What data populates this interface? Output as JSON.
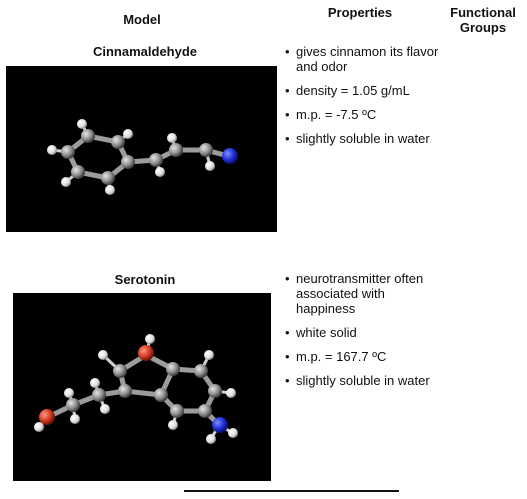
{
  "headers": {
    "model": "Model",
    "properties": "Properties",
    "functional_groups": "Functional Groups"
  },
  "molecules": [
    {
      "name": "Cinnamaldehyde",
      "properties": [
        "gives cinnamon its flavor and odor",
        "density = 1.05 g/mL",
        "m.p. = -7.5 ºC",
        "slightly soluble in water"
      ]
    },
    {
      "name": "Serotonin",
      "properties": [
        "neurotransmitter often associated with happiness",
        "white solid",
        "m.p. = 167.7 ºC",
        "slightly soluble in water"
      ]
    }
  ],
  "colors": {
    "carbon": "#9a9a9a",
    "hydrogen": "#f2f2f2",
    "oxygen": "#d23a22",
    "nitrogen": "#1f2fd6",
    "panel_background": "#000000"
  }
}
